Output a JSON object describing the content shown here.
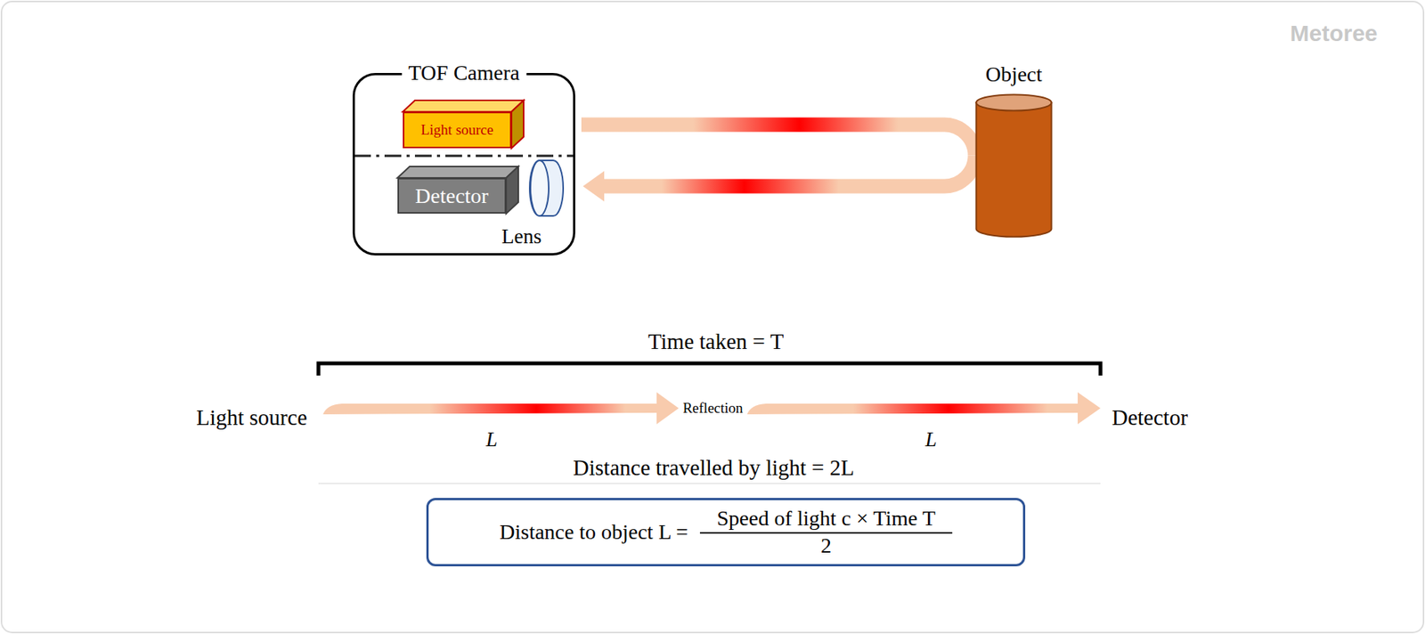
{
  "diagram": {
    "nodes": [
      {
        "text": [
          "TOF Camera"
        ]
      },
      {
        "text": [
          "Light source"
        ],
        "in": 0
      },
      {
        "text": [
          "Detector"
        ],
        "in": 0
      },
      {
        "text": [
          "Lens"
        ],
        "in": 0
      },
      {
        "text": [
          "Object"
        ]
      },
      {
        "text": [
          "Distance to object L =",
          "Speed of light c × Time T",
          "2"
        ]
      }
    ],
    "edges": [
      {
        "from": 1,
        "to": 4,
        "arrow": "none"
      },
      {
        "from": 4,
        "to": 3,
        "arrow": "to"
      }
    ],
    "labels": [
      "Metoree",
      "Time taken = T",
      "Light source",
      "Reflection",
      "Detector",
      "L",
      "L",
      "Distance travelled by light = 2L"
    ]
  }
}
